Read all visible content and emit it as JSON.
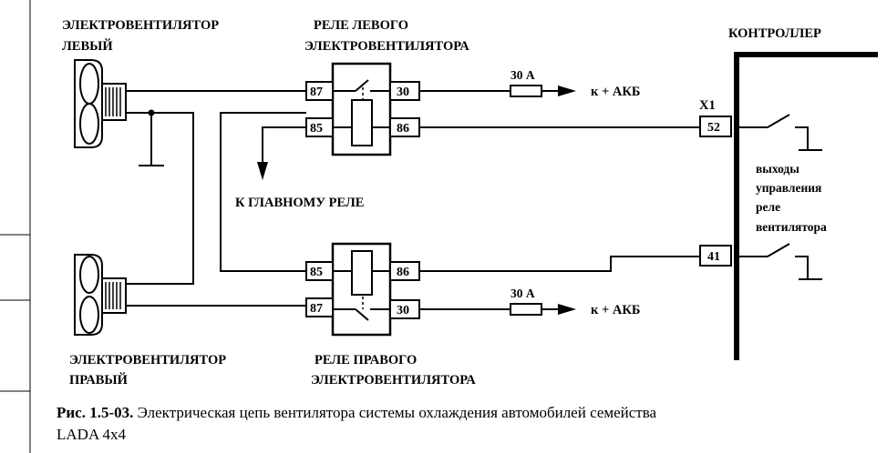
{
  "labels": {
    "fan_left_l1": "ЭЛЕКТРОВЕНТИЛЯТОР",
    "fan_left_l2": "ЛЕВЫЙ",
    "relay_left_l1": "РЕЛЕ ЛЕВОГО",
    "relay_left_l2": "ЭЛЕКТРОВЕНТИЛЯТОРА",
    "controller": "КОНТРОЛЛЕР",
    "connector": "X1",
    "main_relay": "К ГЛАВНОМУ РЕЛЕ",
    "fan_right_l1": "ЭЛЕКТРОВЕНТИЛЯТОР",
    "fan_right_l2": "ПРАВЫЙ",
    "relay_right_l1": "РЕЛЕ ПРАВОГО",
    "relay_right_l2": "ЭЛЕКТРОВЕНТИЛЯТОРА",
    "outputs_l1": "выходы",
    "outputs_l2": "управления",
    "outputs_l3": "реле",
    "outputs_l4": "вентилятора"
  },
  "relay_left": {
    "pin_87": "87",
    "pin_85": "85",
    "pin_30": "30",
    "pin_86": "86"
  },
  "relay_right": {
    "pin_85": "85",
    "pin_87": "87",
    "pin_86": "86",
    "pin_30": "30"
  },
  "fuse_left": {
    "rating": "30 А",
    "target": "к + АКБ"
  },
  "fuse_right": {
    "rating": "30 А",
    "target": "к + АКБ"
  },
  "controller_pins": {
    "pin_52": "52",
    "pin_41": "41"
  },
  "caption": {
    "number": "Рис. 1.5-03.",
    "text": "Электрическая цепь вентилятора системы охлаждения автомобилей семейства",
    "text_l2": "LADA 4x4"
  }
}
